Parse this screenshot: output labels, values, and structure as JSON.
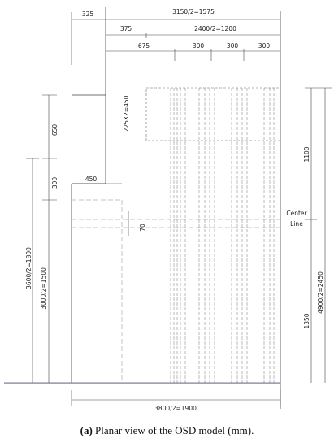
{
  "figure": {
    "caption_label": "(a)",
    "caption_text": " Planar view of the OSD model (mm).",
    "center_line_1": "Center",
    "center_line_2": "Line",
    "dims": {
      "top_left": "325",
      "top_total": "3150/2=1575",
      "top_375": "375",
      "top_half": "2400/2=1200",
      "top_675": "675",
      "top_300_a": "300",
      "top_300_b": "300",
      "top_300_c": "300",
      "left_650": "650",
      "left_300": "300",
      "left_1800": "3600/2=1800",
      "left_1500": "3000/2=1500",
      "notch_450": "450",
      "cut_225": "225X2=450",
      "mid_70": "70",
      "right_1100": "1100",
      "right_2450": "4900/2=2450",
      "right_1350": "1350",
      "bottom_1900": "3800/2=1900"
    }
  }
}
